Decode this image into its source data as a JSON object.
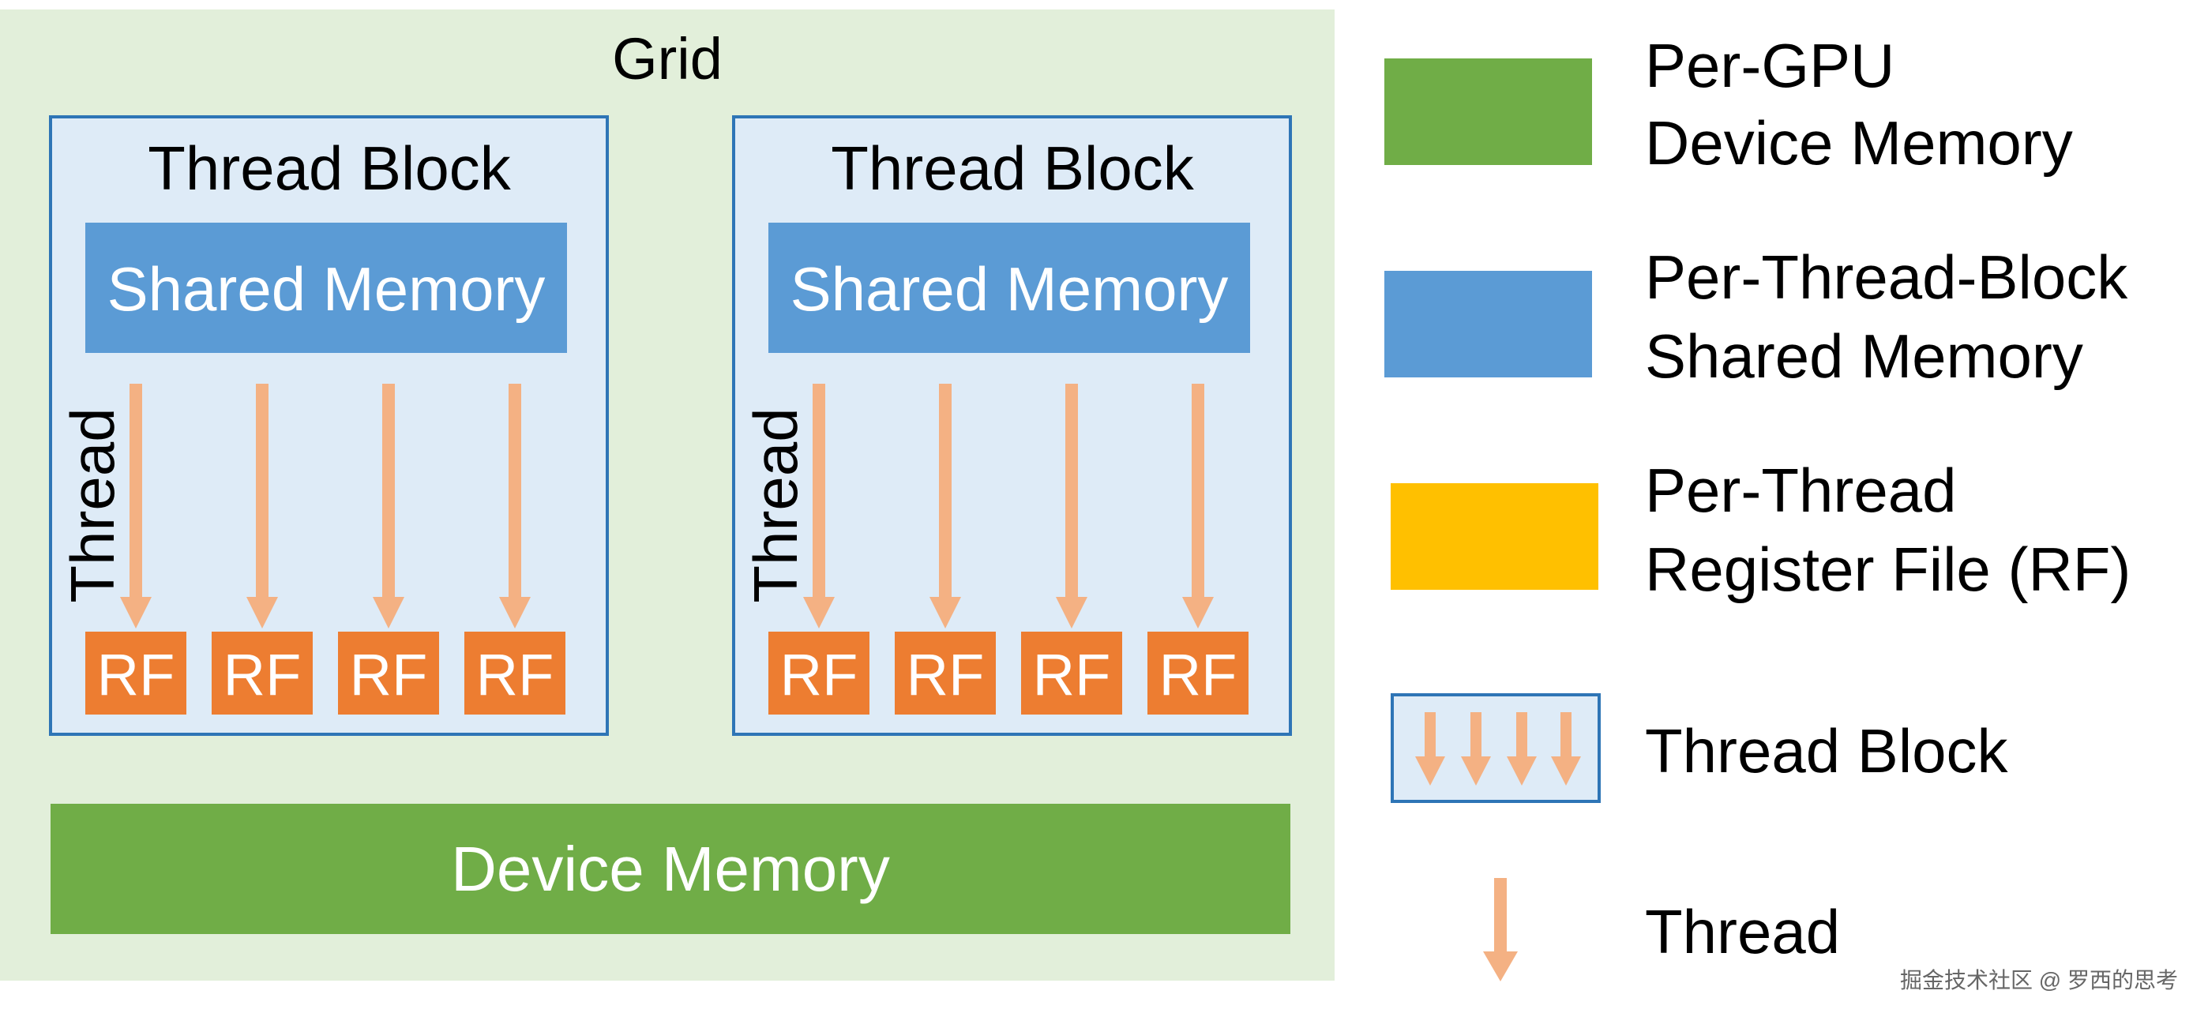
{
  "grid": {
    "title": "Grid",
    "thread_blocks": [
      {
        "title": "Thread Block",
        "shared_memory_label": "Shared Memory",
        "thread_axis_label": "Thread",
        "rf_labels": [
          "RF",
          "RF",
          "RF",
          "RF"
        ]
      },
      {
        "title": "Thread Block",
        "shared_memory_label": "Shared Memory",
        "thread_axis_label": "Thread",
        "rf_labels": [
          "RF",
          "RF",
          "RF",
          "RF"
        ]
      }
    ],
    "device_memory_label": "Device Memory"
  },
  "legend": {
    "device_memory": {
      "line1": "Per-GPU",
      "line2": "Device Memory"
    },
    "shared_memory": {
      "line1": "Per-Thread-Block",
      "line2": "Shared Memory"
    },
    "register_file": {
      "line1": "Per-Thread",
      "line2": "Register File (RF)"
    },
    "thread_block": {
      "label": "Thread Block"
    },
    "thread": {
      "label": "Thread"
    }
  },
  "watermark": "掘金技术社区 @ 罗西的思考",
  "colors": {
    "grid_bg": "#e2efda",
    "block_bg": "#deebf7",
    "block_border": "#2e75b6",
    "shared_memory": "#5b9bd5",
    "device_memory": "#70ad47",
    "register_file": "#ed7d31",
    "register_legend": "#ffc000",
    "thread_arrow": "#f4b183"
  }
}
